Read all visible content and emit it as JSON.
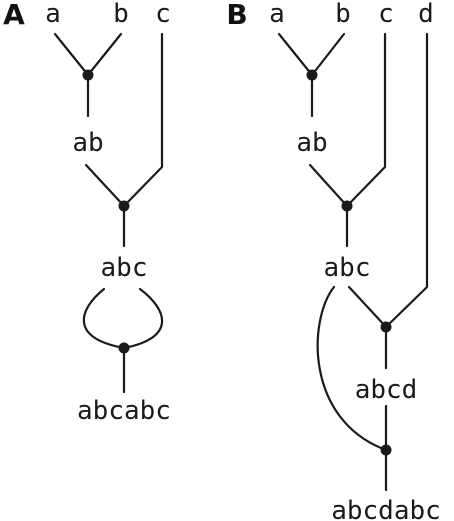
{
  "panels": {
    "a": {
      "letter": "A",
      "leaves": [
        "a",
        "b",
        "c"
      ],
      "merged_ab": "ab",
      "merged_abc": "abc",
      "result": "abcabc"
    },
    "b": {
      "letter": "B",
      "leaves": [
        "a",
        "b",
        "c",
        "d"
      ],
      "merged_ab": "ab",
      "merged_abc": "abc",
      "merged_abcd": "abcd",
      "result": "abcdabc"
    }
  },
  "colors": {
    "stroke": "#1a1a1a",
    "background": "#ffffff"
  }
}
